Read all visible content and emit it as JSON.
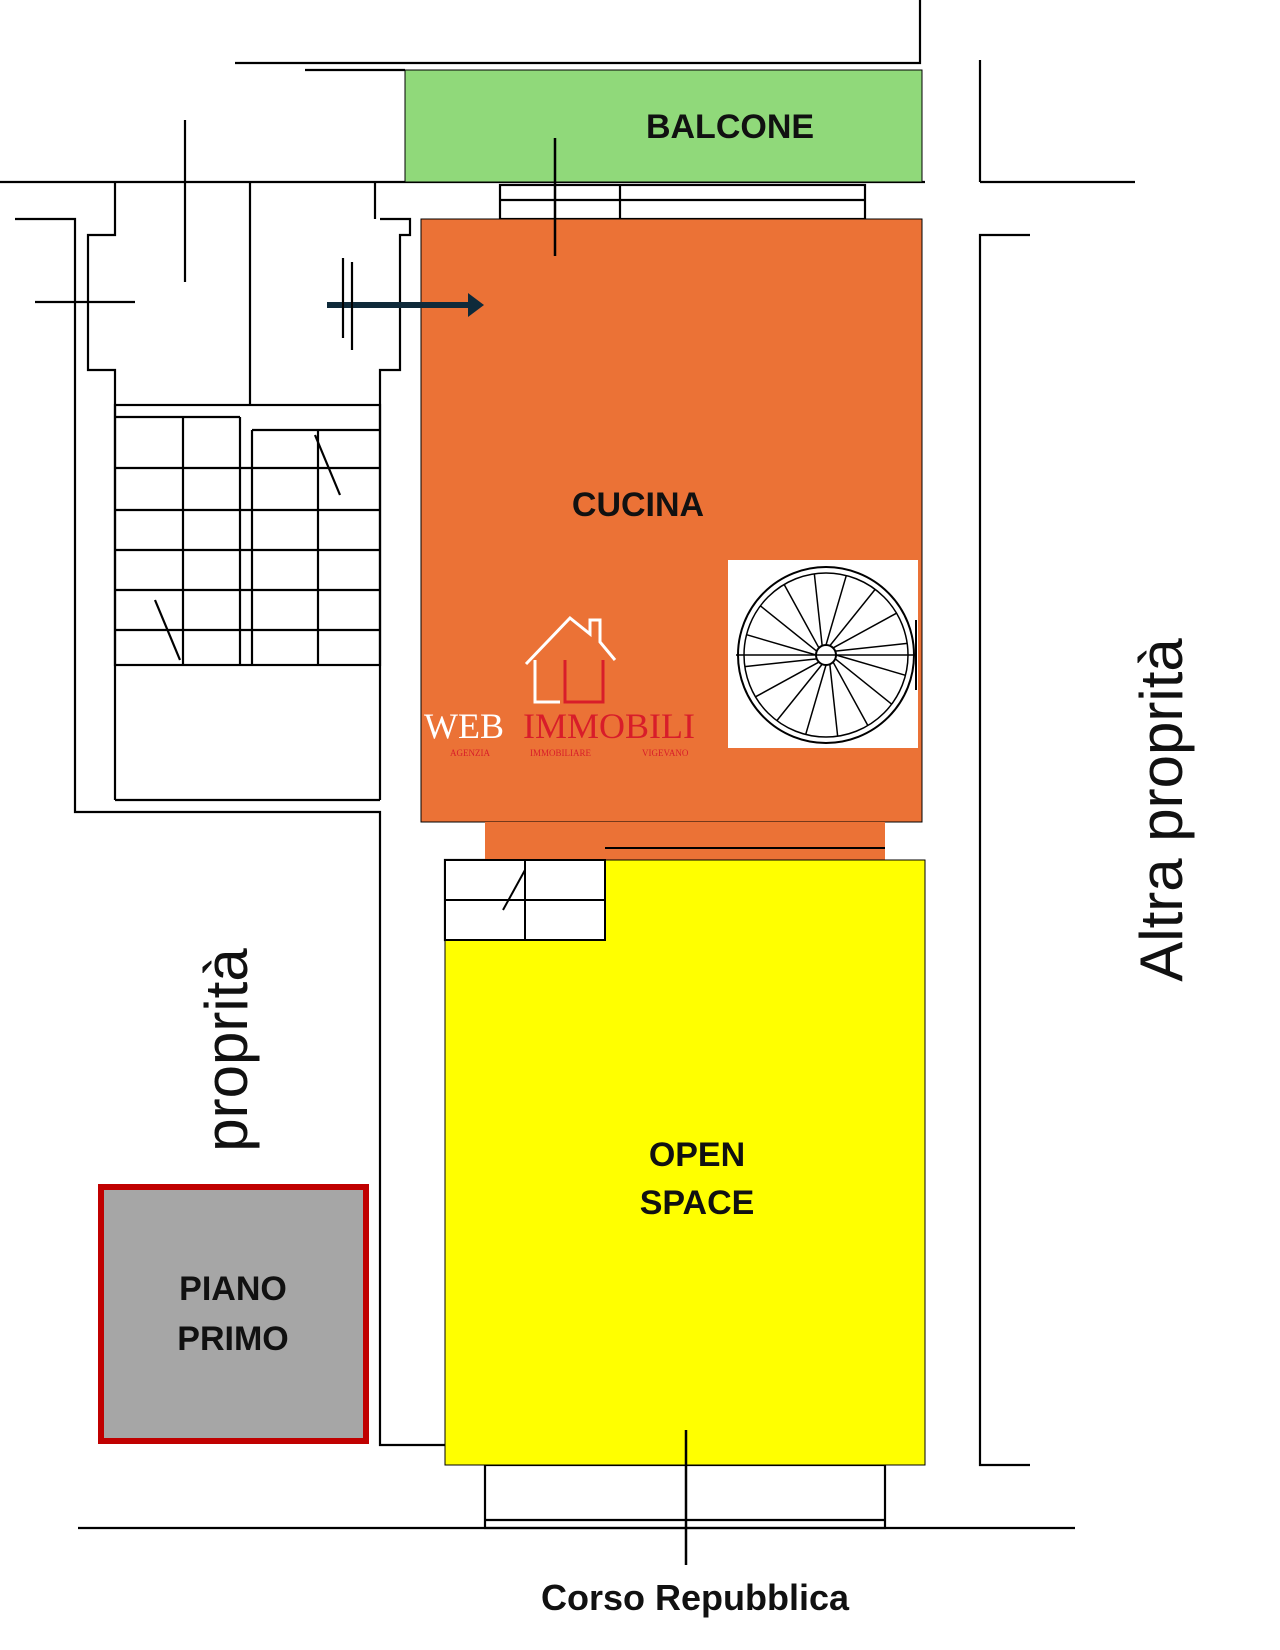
{
  "rooms": {
    "balcone": {
      "label": "BALCONE",
      "color": "#90d97a"
    },
    "cucina": {
      "label": "CUCINA",
      "color": "#eb7236"
    },
    "open_space": {
      "line1": "OPEN",
      "line2": "SPACE",
      "color": "#ffff00"
    },
    "piano_primo": {
      "line1": "PIANO",
      "line2": "PRIMO",
      "fill": "#a6a6a6",
      "border": "#c00000"
    }
  },
  "labels": {
    "right_side": "Altra proprità",
    "left_side": "proprità",
    "street": "Corso Repubblica"
  },
  "logo": {
    "web": "WEB",
    "immobili": "IMMOBILI",
    "sub1": "AGENZIA",
    "sub2": "IMMOBILIARE",
    "sub3": "VIGEVANO",
    "web_color": "#ffffff",
    "brand_color": "#d81d2a"
  },
  "icons": {
    "entry_arrow": "entry-arrow-icon",
    "spiral_stair": "spiral-staircase-icon",
    "house_logo": "house-logo-icon"
  }
}
